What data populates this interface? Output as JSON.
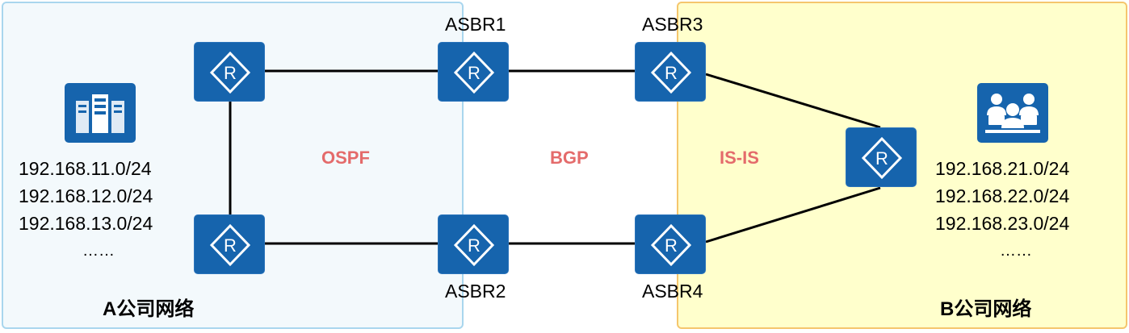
{
  "zones": {
    "a": {
      "label": "A公司网络",
      "subnets": [
        "192.168.11.0/24",
        "192.168.12.0/24",
        "192.168.13.0/24"
      ],
      "ellipsis": "……"
    },
    "b": {
      "label": "B公司网络",
      "subnets": [
        "192.168.21.0/24",
        "192.168.22.0/24",
        "192.168.23.0/24"
      ],
      "ellipsis": "……"
    }
  },
  "protocols": {
    "ospf": "OSPF",
    "bgp": "BGP",
    "isis": "IS-IS"
  },
  "routers": {
    "asbr1": "ASBR1",
    "asbr2": "ASBR2",
    "asbr3": "ASBR3",
    "asbr4": "ASBR4",
    "glyph": "R"
  },
  "icons": {
    "router": "router-icon",
    "server": "server-icon",
    "users": "users-icon"
  },
  "colors": {
    "device": "#1664ad",
    "protocol_label": "#e46b6b",
    "zone_a_fill": "#f3f9fc",
    "zone_a_border": "#a9d6ee",
    "zone_b_fill": "#ffffcc",
    "zone_b_border": "#f5c66d"
  }
}
